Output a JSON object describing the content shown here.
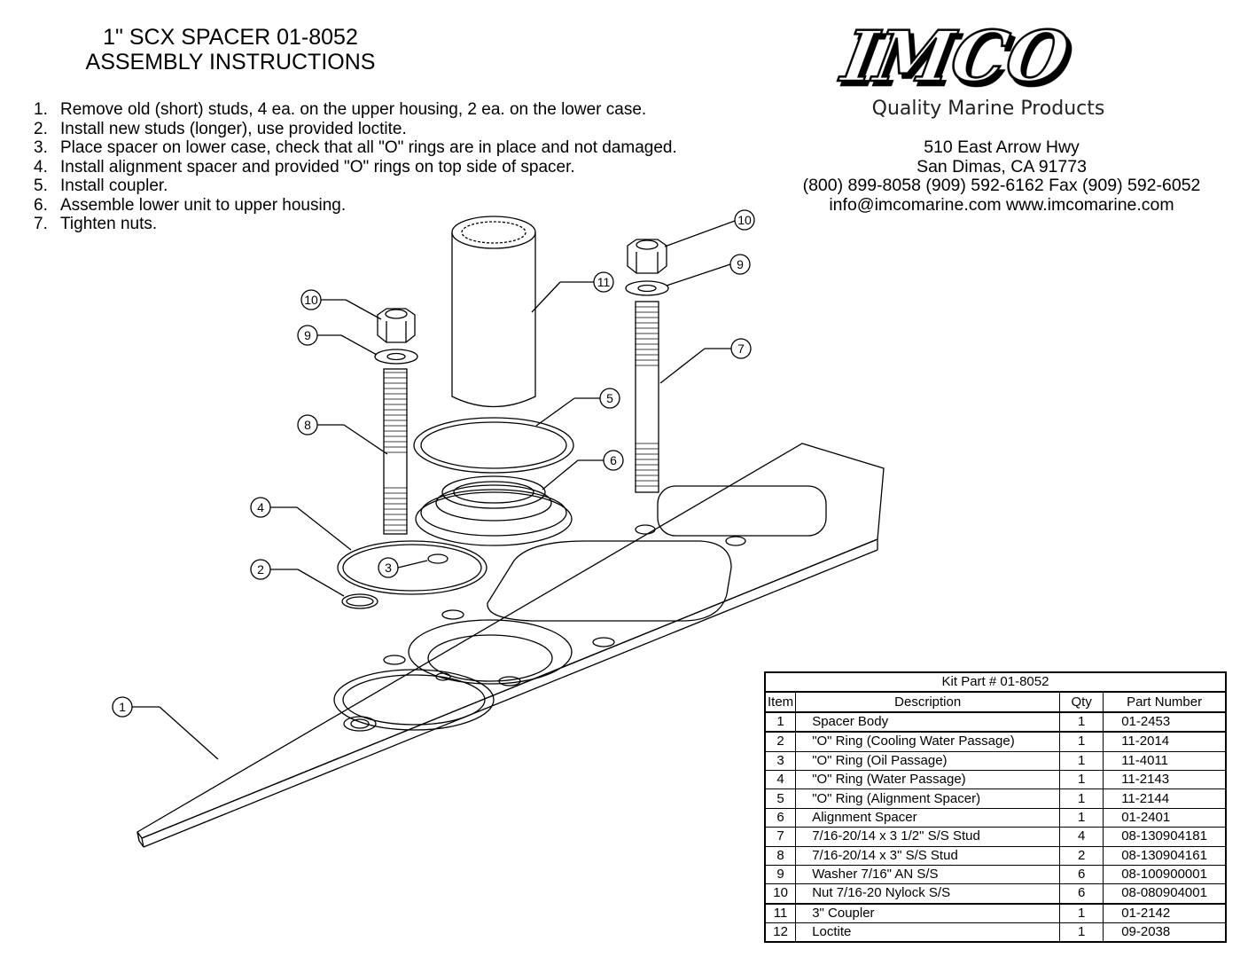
{
  "title": {
    "line1": "1\" SCX SPACER 01-8052",
    "line2": "ASSEMBLY INSTRUCTIONS"
  },
  "steps": [
    {
      "num": "1.",
      "text": "Remove old (short) studs, 4 ea. on the upper housing, 2 ea. on the lower case."
    },
    {
      "num": "2.",
      "text": "Install new studs (longer), use provided loctite."
    },
    {
      "num": "3.",
      "text": "Place spacer on lower case, check that all \"O\" rings are in place and not damaged."
    },
    {
      "num": "4.",
      "text": "Install alignment spacer and provided \"O\" rings on top side of spacer."
    },
    {
      "num": "5.",
      "text": "Install coupler."
    },
    {
      "num": "6.",
      "text": "Assemble lower unit to upper housing."
    },
    {
      "num": "7.",
      "text": "Tighten nuts."
    }
  ],
  "company": {
    "logo": "IMCO",
    "tagline": "Quality Marine Products",
    "address1": "510 East Arrow Hwy",
    "address2": "San Dimas, CA 91773",
    "phones": "(800) 899-8058 (909) 592-6162  Fax (909) 592-6052",
    "web": "info@imcomarine.com  www.imcomarine.com"
  },
  "callouts": {
    "nut_right": "10",
    "washer_right": "9",
    "coupler": "11",
    "stud_long": "7",
    "nut_left": "10",
    "washer_left": "9",
    "oring_alignment": "5",
    "stud_short": "8",
    "alignment_spacer": "6",
    "oring_water": "4",
    "oring_oil": "3",
    "oring_cooling": "2",
    "spacer_body": "1"
  },
  "kit_table": {
    "title": "Kit Part # 01-8052",
    "headers": {
      "item": "Item",
      "description": "Description",
      "qty": "Qty",
      "part_number": "Part Number"
    },
    "rows": [
      {
        "item": "1",
        "description": "Spacer Body",
        "qty": "1",
        "part_number": "01-2453"
      },
      {
        "item": "2",
        "description": "\"O\" Ring (Cooling Water Passage)",
        "qty": "1",
        "part_number": "11-2014"
      },
      {
        "item": "3",
        "description": "\"O\" Ring (Oil Passage)",
        "qty": "1",
        "part_number": "11-4011"
      },
      {
        "item": "4",
        "description": "\"O\" Ring (Water Passage)",
        "qty": "1",
        "part_number": "11-2143"
      },
      {
        "item": "5",
        "description": "\"O\" Ring (Alignment Spacer)",
        "qty": "1",
        "part_number": "11-2144"
      },
      {
        "item": "6",
        "description": "Alignment Spacer",
        "qty": "1",
        "part_number": "01-2401"
      },
      {
        "item": "7",
        "description": "7/16-20/14 x 3 1/2\" S/S Stud",
        "qty": "4",
        "part_number": "08-130904181"
      },
      {
        "item": "8",
        "description": "7/16-20/14 x 3\" S/S Stud",
        "qty": "2",
        "part_number": "08-130904161"
      },
      {
        "item": "9",
        "description": "Washer 7/16\" AN S/S",
        "qty": "6",
        "part_number": "08-100900001"
      },
      {
        "item": "10",
        "description": "Nut 7/16-20 Nylock S/S",
        "qty": "6",
        "part_number": "08-080904001"
      },
      {
        "item": "11",
        "description": "3\" Coupler",
        "qty": "1",
        "part_number": "01-2142"
      },
      {
        "item": "12",
        "description": "Loctite",
        "qty": "1",
        "part_number": "09-2038"
      }
    ]
  }
}
